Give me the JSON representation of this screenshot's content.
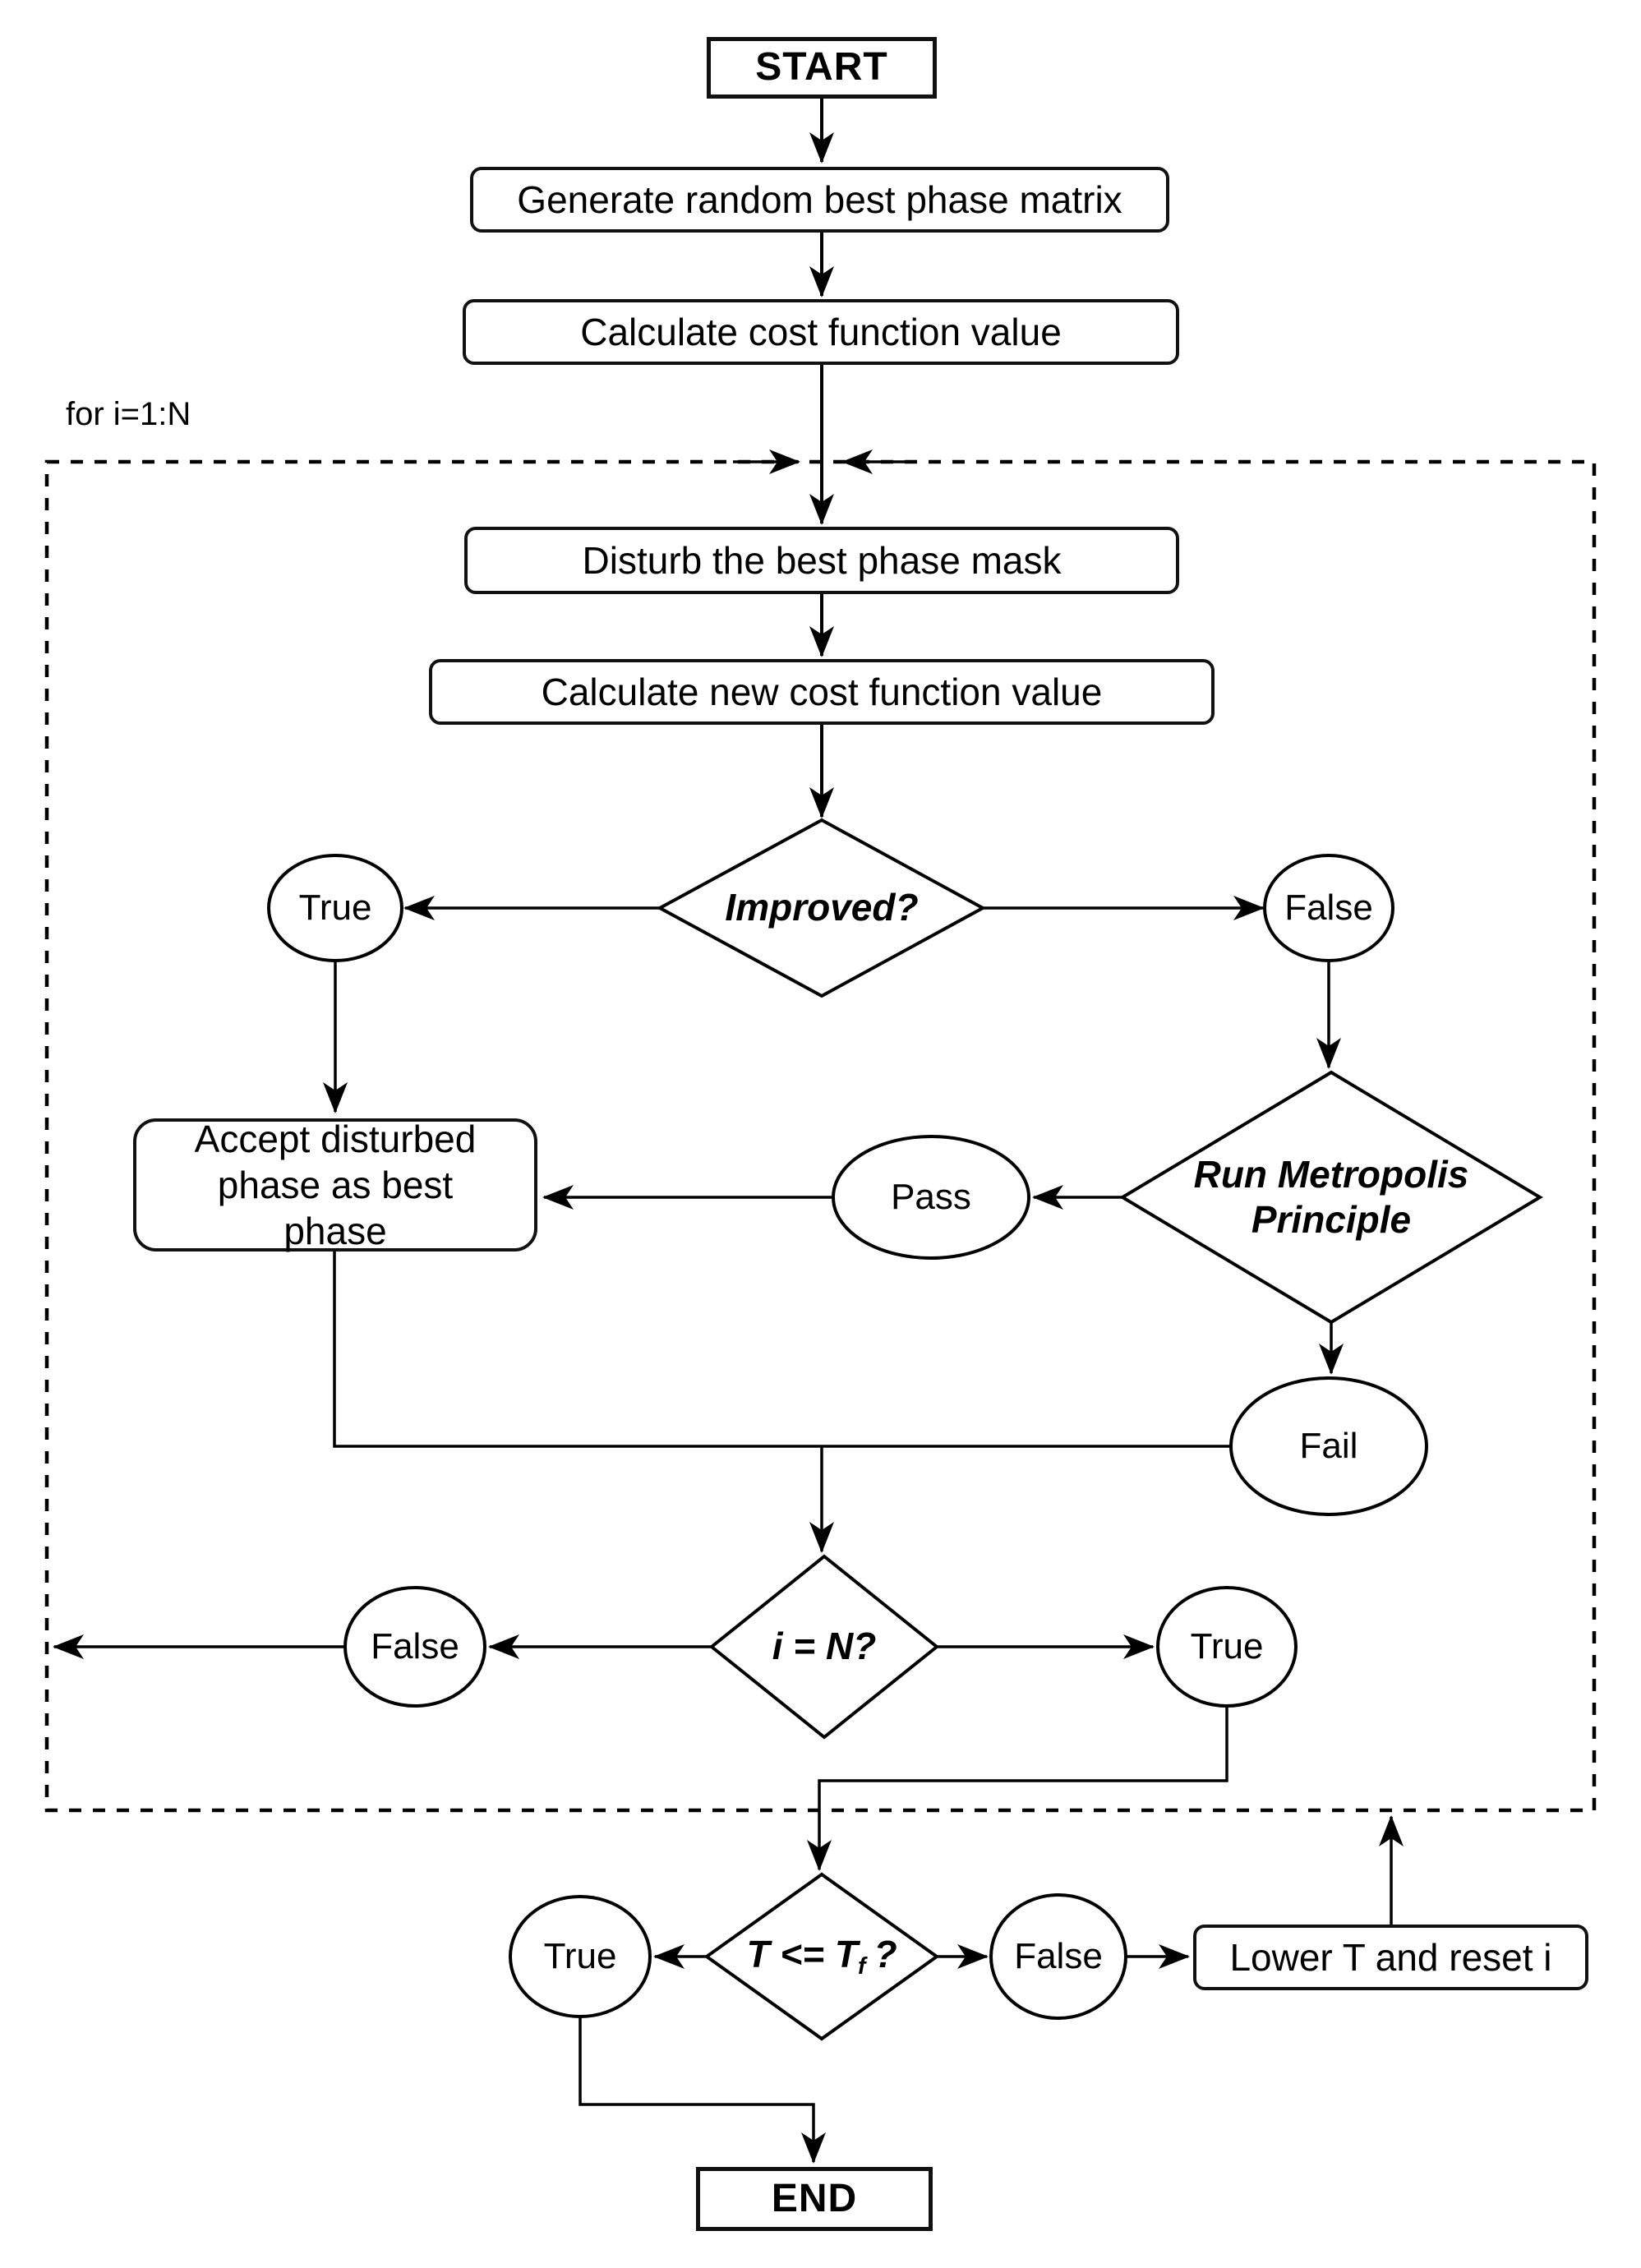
{
  "diagram": {
    "loop_label": "for i=1:N",
    "nodes": {
      "start": "START",
      "generate": "Generate random best phase matrix",
      "calc_cost": "Calculate cost function value",
      "disturb": "Disturb the best phase mask",
      "calc_new_cost": "Calculate new cost function value",
      "improved": "Improved?",
      "improved_true": "True",
      "improved_false": "False",
      "accept": "Accept disturbed phase as best phase",
      "pass": "Pass",
      "metropolis": "Run Metropolis Principle",
      "fail": "Fail",
      "iter_check": "i = N?",
      "iter_false": "False",
      "iter_true": "True",
      "temp_check_main": "T <= T",
      "temp_check_sub": "f",
      "temp_check_suffix": "?",
      "temp_true": "True",
      "temp_false": "False",
      "lower_t": "Lower T and reset i",
      "end": "END"
    },
    "colors": {
      "stroke": "#000000",
      "background": "#ffffff"
    }
  }
}
